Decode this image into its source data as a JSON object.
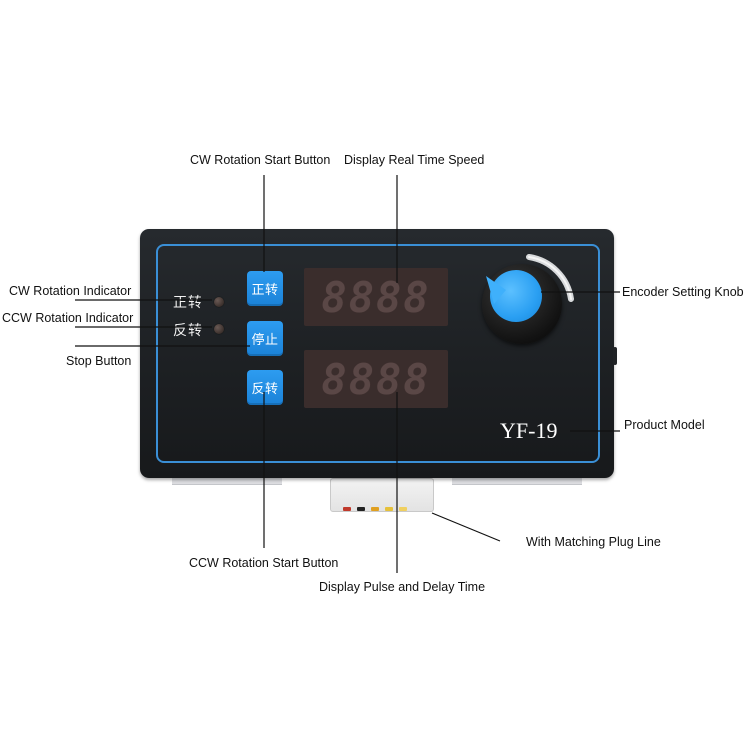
{
  "device": {
    "model": "YF-19",
    "border_color": "#3a8fd6",
    "button_color": "#1f8fe5",
    "knob_color": "#2a9ff2",
    "indicators": [
      {
        "label": "正转",
        "led_color": "#4a3c38"
      },
      {
        "label": "反转",
        "led_color": "#4a3c38"
      }
    ],
    "buttons": [
      {
        "label": "正转"
      },
      {
        "label": "停止"
      },
      {
        "label": "反转"
      }
    ],
    "displays": [
      {
        "digits": "8888"
      },
      {
        "digits": "8888"
      }
    ]
  },
  "annotations": {
    "cw_start": "CW Rotation Start Button",
    "real_time_speed": "Display Real Time Speed",
    "cw_indicator": "CW Rotation Indicator",
    "ccw_indicator": "CCW Rotation Indicator",
    "stop_button": "Stop Button",
    "encoder_knob": "Encoder Setting Knob",
    "product_model": "Product Model",
    "plug_line": "With Matching Plug Line",
    "ccw_start": "CCW Rotation Start Button",
    "pulse_delay": "Display Pulse and Delay Time"
  }
}
